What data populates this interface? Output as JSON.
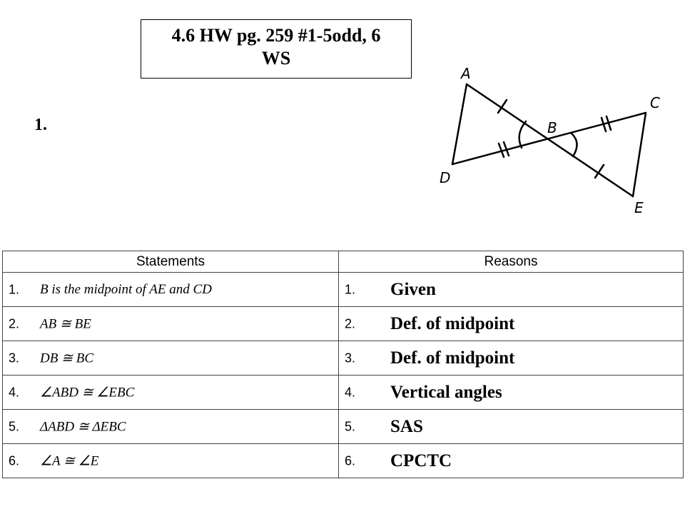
{
  "header": {
    "title_line1": "4.6 HW pg. 259 #1-5odd, 6",
    "title_line2": "WS"
  },
  "problem": {
    "number": "1."
  },
  "figure": {
    "points": [
      "A",
      "B",
      "C",
      "D",
      "E"
    ]
  },
  "table": {
    "headers": [
      "Statements",
      "Reasons"
    ],
    "rows": [
      {
        "num": "1.",
        "statement": "B is the midpoint of AE and CD",
        "reason_num": "1.",
        "reason": "Given"
      },
      {
        "num": "2.",
        "statement": "AB ≅ BE",
        "reason_num": "2.",
        "reason": "Def. of midpoint"
      },
      {
        "num": "3.",
        "statement": "DB ≅ BC",
        "reason_num": "3.",
        "reason": "Def. of midpoint"
      },
      {
        "num": "4.",
        "statement": "∠ABD ≅ ∠EBC",
        "reason_num": "4.",
        "reason": "Vertical angles"
      },
      {
        "num": "5.",
        "statement": "ΔABD ≅ ΔEBC",
        "reason_num": "5.",
        "reason": "SAS"
      },
      {
        "num": "6.",
        "statement": "∠A ≅ ∠E",
        "reason_num": "6.",
        "reason": "CPCTC"
      }
    ]
  }
}
